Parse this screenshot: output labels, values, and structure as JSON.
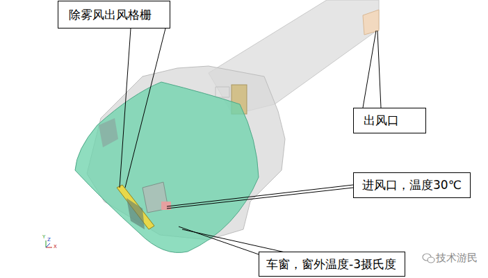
{
  "diagram": {
    "nodes": [
      {
        "text": [
          "除雾风出风格栅"
        ]
      },
      {
        "text": [
          "出风口"
        ]
      },
      {
        "text": [
          "进风口，温度30℃"
        ]
      },
      {
        "text": [
          "车窗，窗外温度-3摄氏度"
        ]
      }
    ],
    "edges": [],
    "labels": [
      "Y",
      "Z",
      "X",
      "技术游民"
    ]
  }
}
